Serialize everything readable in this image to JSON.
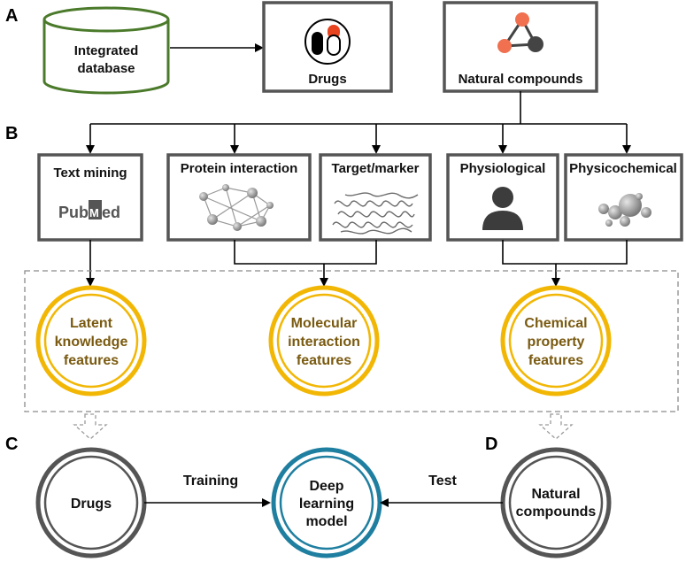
{
  "panels": {
    "a": "A",
    "b": "B",
    "c": "C",
    "d": "D"
  },
  "sources": {
    "database": [
      "Integrated",
      "database"
    ],
    "drugs": "Drugs",
    "natural_compounds": "Natural compounds"
  },
  "data_sources": {
    "text_mining": "Text mining",
    "pubmed_logo": {
      "pre": "Pub",
      "med": "Med"
    },
    "protein_interaction": "Protein interaction",
    "target_marker": "Target/marker",
    "physiological": "Physiological",
    "physicochemical": "Physicochemical"
  },
  "features": {
    "latent": [
      "Latent",
      "knowledge",
      "features"
    ],
    "molecular": [
      "Molecular",
      "interaction",
      "features"
    ],
    "chemical": [
      "Chemical",
      "property",
      "features"
    ]
  },
  "model": {
    "drugs": "Drugs",
    "deep_learning": [
      "Deep",
      "learning",
      "model"
    ],
    "natural_compounds": [
      "Natural",
      "compounds"
    ],
    "training": "Training",
    "test": "Test"
  },
  "colors": {
    "database_border": "#4a7a2a",
    "box_border": "#555555",
    "feature_ring": "#f2b705",
    "feature_text": "#7a5a10",
    "model_ring": "#1f7fa0",
    "grey_ring": "#555555",
    "pill_orange": "#e8431f",
    "node_orange": "#f07050"
  }
}
